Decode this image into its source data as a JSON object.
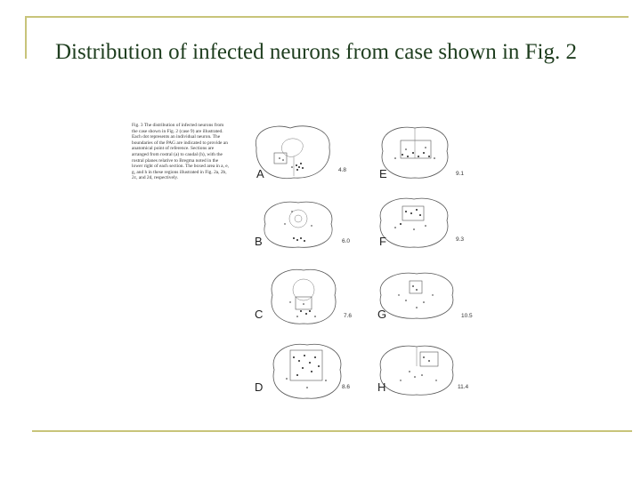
{
  "slide": {
    "title": "Distribution of infected neurons from case shown in Fig. 2",
    "figure_caption": "Fig. 3 The distribution of infected neurons from the case shown in Fig. 2 (case 9) are illustrated. Each dot represents an individual neuron. The boundaries of the PAG are indicated to provide an anatomical point of reference. Sections are arranged from rostral (a) to caudal (h), with the rostral planes relative to Bregma noted in the lower right of each section. The boxed area in a, e, g, and h in these regions illustrated in Fig. 2a, 2b, 2c, and 2d, respectively."
  },
  "figure": {
    "panels": [
      {
        "label": "A",
        "value": "4.8"
      },
      {
        "label": "B",
        "value": "6.0"
      },
      {
        "label": "C",
        "value": "7.6"
      },
      {
        "label": "D",
        "value": "8.6"
      },
      {
        "label": "E",
        "value": "9.1"
      },
      {
        "label": "F",
        "value": "9.3"
      },
      {
        "label": "G",
        "value": "10.5"
      },
      {
        "label": "H",
        "value": "11.4"
      }
    ]
  }
}
